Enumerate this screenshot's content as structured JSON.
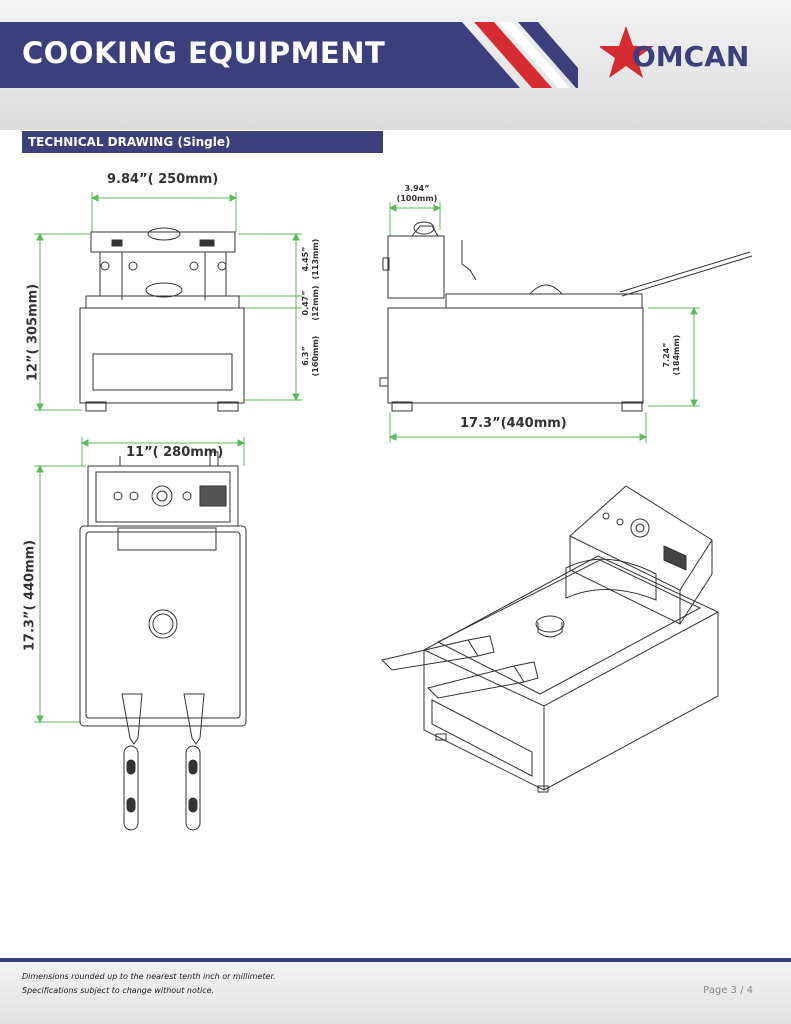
{
  "header": {
    "title": "COOKING EQUIPMENT",
    "logo_text": "OMCAN",
    "colors": {
      "navy": "#3b3f7c",
      "red": "#d62b30"
    }
  },
  "section": {
    "title": "TECHNICAL DRAWING (Single)"
  },
  "dimensions": {
    "front_width": "9.84”( 250mm)",
    "front_height": "12”( 305mm)",
    "front_top_in": "4.45”",
    "front_top_mm": "(113mm)",
    "front_gap_in": "0.47”",
    "front_gap_mm": "(12mm)",
    "front_body_in": "6.3”",
    "front_body_mm": "(160mm)",
    "side_top_in": "3.94”",
    "side_top_mm": "(100mm)",
    "side_body_in": "7.24”",
    "side_body_mm": "(184mm)",
    "side_depth": "17.3”(440mm)",
    "top_width": "11”( 280mm)",
    "top_depth": "17.3”( 440mm)"
  },
  "footer": {
    "note_1": "Dimensions rounded up to the nearest tenth inch or millimeter.",
    "note_2": "Specifications subject to change without notice.",
    "page": "Page 3 / 4"
  }
}
